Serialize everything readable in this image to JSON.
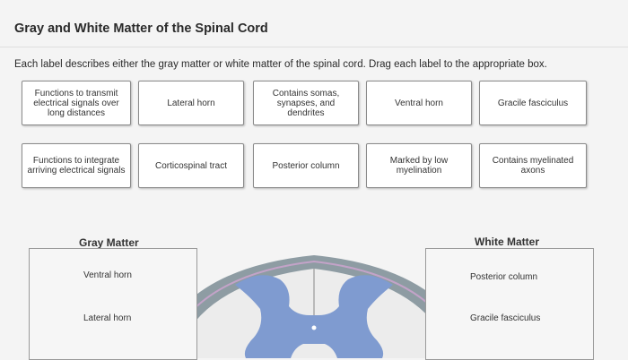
{
  "title": "Gray and White Matter of the Spinal Cord",
  "instructions": "Each label describes either the gray matter or white matter of the spinal cord. Drag each label to the appropriate box.",
  "labels_row1": [
    "Functions to transmit electrical signals over long distances",
    "Lateral horn",
    "Contains somas, synapses, and dendrites",
    "Ventral horn",
    "Gracile fasciculus"
  ],
  "labels_row2": [
    "Functions to integrate arriving electrical signals",
    "Corticospinal tract",
    "Posterior column",
    "Marked by low myelination",
    "Contains myelinated axons"
  ],
  "gray_matter": {
    "title": "Gray Matter",
    "items": [
      "Ventral horn",
      "Lateral horn"
    ]
  },
  "white_matter": {
    "title": "White Matter",
    "items": [
      "Posterior column",
      "Gracile fasciculus"
    ]
  },
  "colors": {
    "gray_matter_fill": "#7f9bd0",
    "white_matter_fill": "#ececec",
    "pia_outline": "#c3a3c8",
    "meninges": "#8e9ca3"
  }
}
